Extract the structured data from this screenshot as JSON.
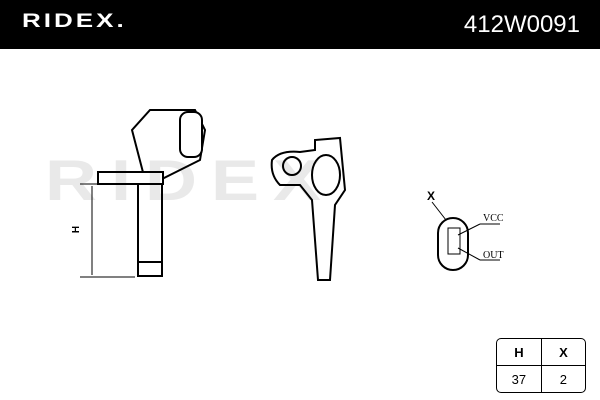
{
  "header": {
    "brand": "RIDEX.",
    "part_number": "412W0091"
  },
  "watermark": "RIDEX",
  "drawing": {
    "dim_label": "H",
    "connector_label": "X",
    "pin_labels": [
      "VCC",
      "OUT"
    ]
  },
  "table": {
    "headers": [
      "H",
      "X"
    ],
    "values": [
      "37",
      "2"
    ]
  }
}
